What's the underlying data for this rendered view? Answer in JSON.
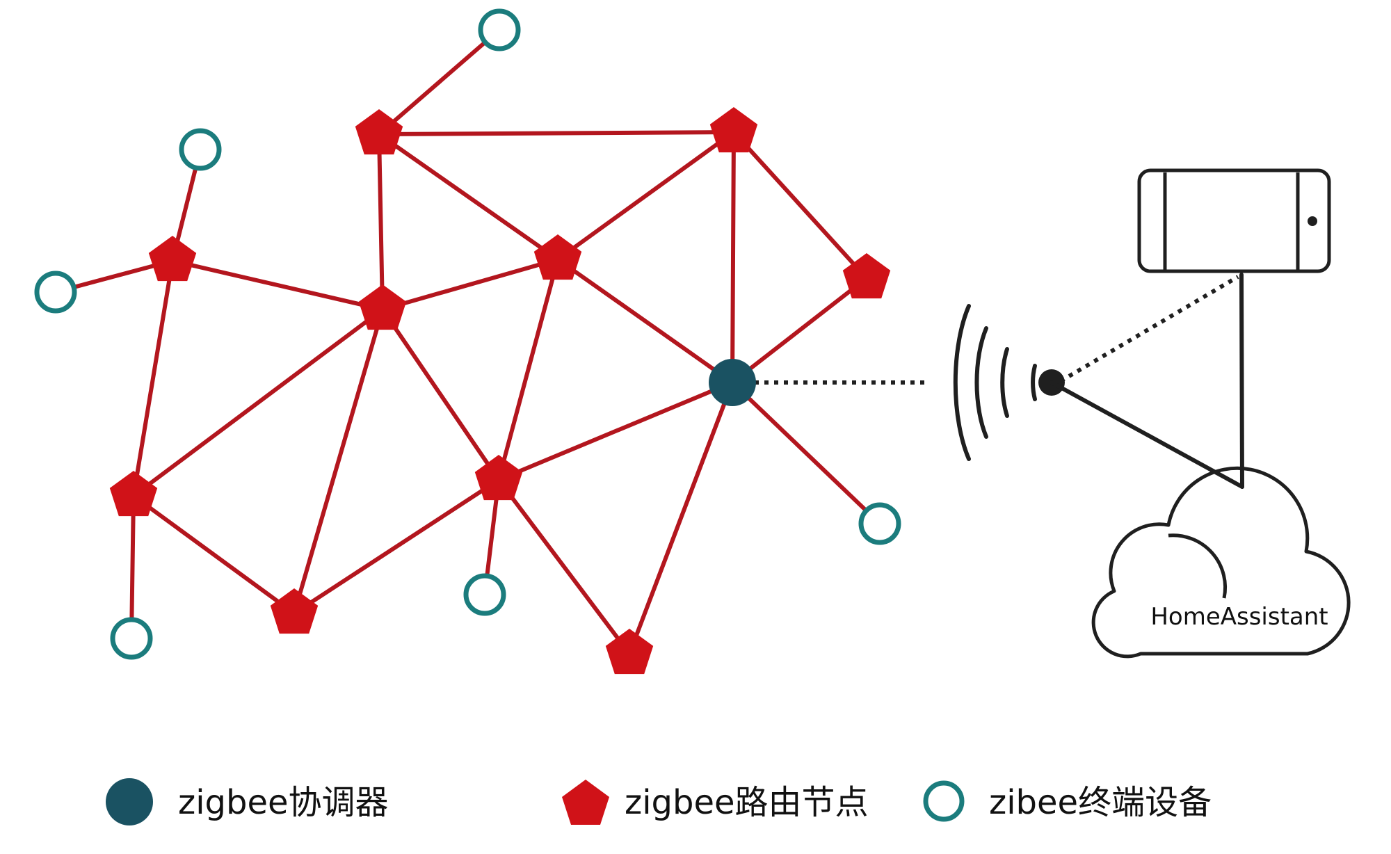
{
  "cloud": {
    "label": "HomeAssistant"
  },
  "legend": {
    "coordinator_label": "zigbee协调器",
    "router_label": "zigbee路由节点",
    "end_device_label": "zibee终端设备"
  },
  "colors": {
    "router": "#d01218",
    "edge": "#b3161e",
    "coordinator": "#1a5262",
    "end_device": "#1b7c7d",
    "line_dark": "#1f1f1f"
  },
  "icons": {
    "router_node": "pentagon-icon",
    "coordinator_node": "filled-circle-icon",
    "end_device_node": "ring-icon",
    "wireless": "wifi-waves-icon",
    "phone": "smartphone-icon",
    "cloud": "cloud-icon"
  }
}
